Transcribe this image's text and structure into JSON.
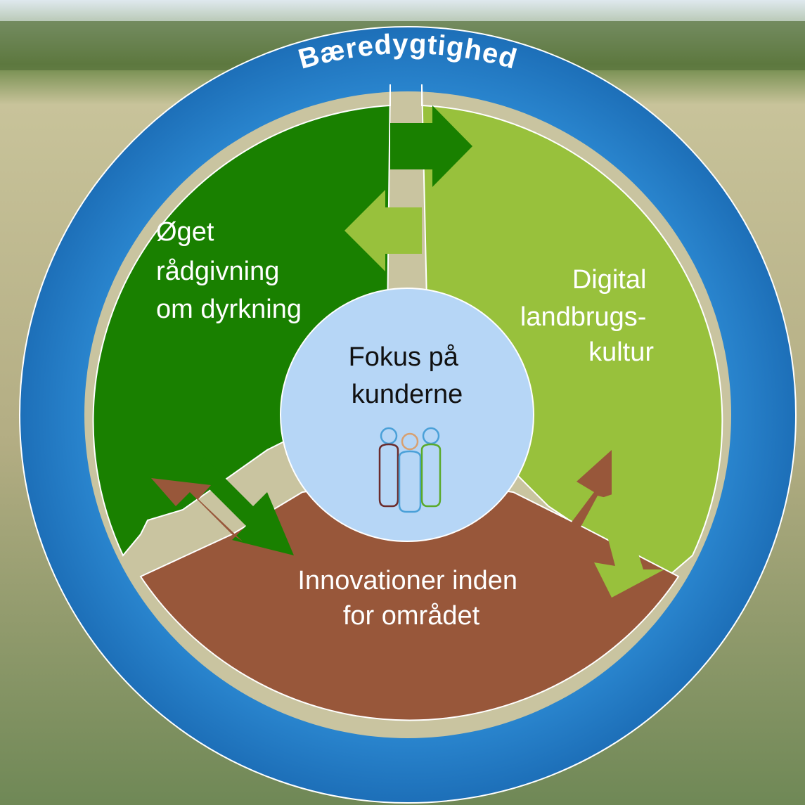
{
  "ring": {
    "title": "Bæredygtighed"
  },
  "segments": {
    "left": {
      "lines": [
        "Øget",
        "rådgivning",
        "om dyrkning"
      ]
    },
    "right": {
      "lines": [
        "Digital",
        "landbrugs-",
        "kultur"
      ]
    },
    "bottom": {
      "lines": [
        "Innovationer inden",
        "for området"
      ]
    }
  },
  "center": {
    "lines": [
      "Fokus på",
      "kunderne"
    ],
    "icon": "people-group-icon"
  },
  "colors": {
    "ring": "#1f7dc9",
    "ring_light": "#2f93dd",
    "left_segment": "#198000",
    "right_segment": "#98c13c",
    "bottom_segment": "#98573a",
    "center_circle": "#b6d6f6"
  }
}
